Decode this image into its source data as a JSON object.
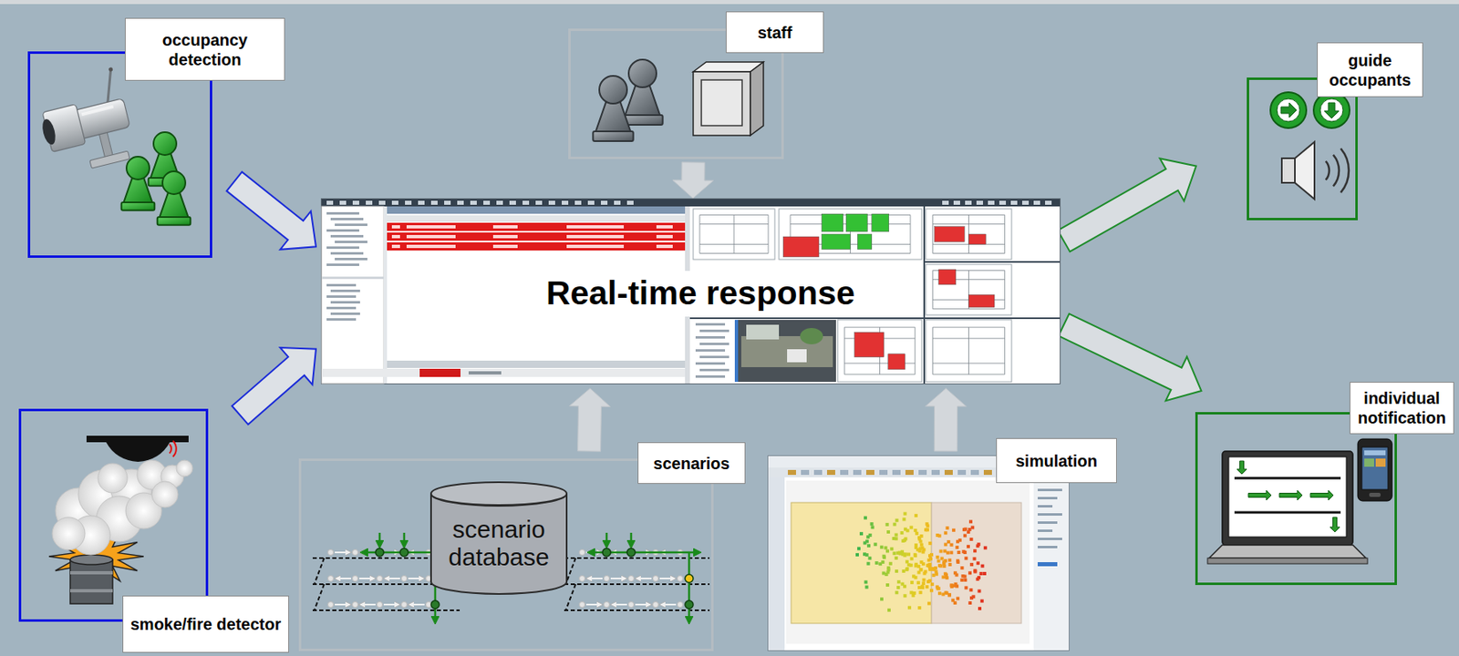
{
  "diagram": {
    "nodes": [
      {
        "text": [
          "occupancy detection"
        ]
      },
      {
        "text": [
          "staff"
        ]
      },
      {
        "text": [
          "guide occupants"
        ]
      },
      {
        "text": [
          "Real-time response"
        ]
      },
      {
        "text": [
          "individual notification"
        ]
      },
      {
        "text": [
          "smoke/fire detector"
        ]
      },
      {
        "text": [
          "scenarios"
        ]
      },
      {
        "text": [
          "scenario database"
        ],
        "in": 6
      },
      {
        "text": [
          "simulation"
        ]
      }
    ],
    "edges": [
      {
        "from": 0,
        "to": 3,
        "arrow": "to"
      },
      {
        "from": 5,
        "to": 3,
        "arrow": "to"
      },
      {
        "from": 1,
        "to": 3,
        "arrow": "to"
      },
      {
        "from": 6,
        "to": 3,
        "arrow": "to"
      },
      {
        "from": 8,
        "to": 3,
        "arrow": "to"
      },
      {
        "from": 3,
        "to": 2,
        "arrow": "to"
      },
      {
        "from": 3,
        "to": 4,
        "arrow": "to"
      }
    ]
  }
}
